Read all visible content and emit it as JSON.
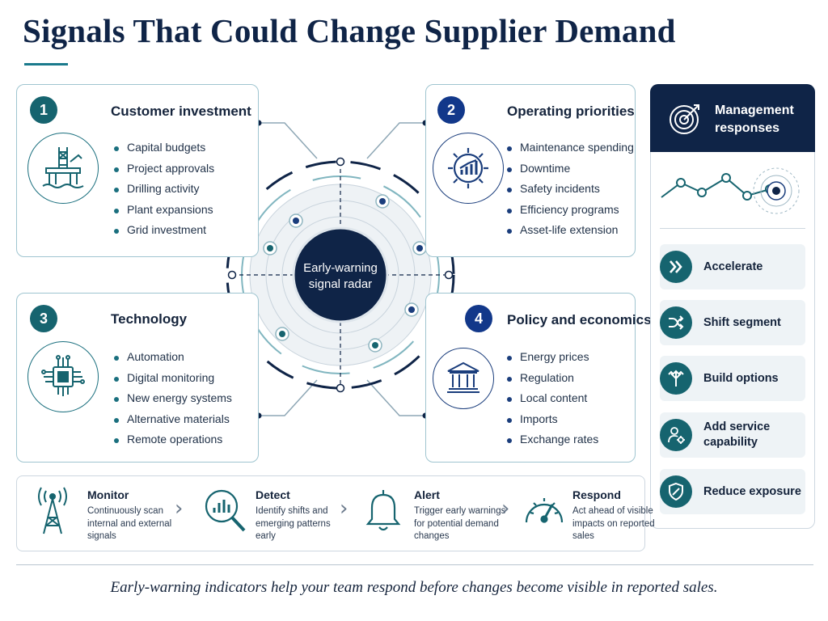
{
  "title": "Signals That Could Change Supplier Demand",
  "radar": {
    "center_label_line1": "Early-warning",
    "center_label_line2": "signal radar"
  },
  "cards": [
    {
      "number": "1",
      "title": "Customer investment",
      "icon": "oil-rig-icon",
      "items": [
        "Capital budgets",
        "Project approvals",
        "Drilling activity",
        "Plant expansions",
        "Grid investment"
      ]
    },
    {
      "number": "2",
      "title": "Operating priorities",
      "icon": "gear-chart-icon",
      "items": [
        "Maintenance spending",
        "Downtime",
        "Safety incidents",
        "Efficiency programs",
        "Asset-life extension"
      ]
    },
    {
      "number": "3",
      "title": "Technology",
      "icon": "chip-icon",
      "items": [
        "Automation",
        "Digital monitoring",
        "New energy systems",
        "Alternative materials",
        "Remote operations"
      ]
    },
    {
      "number": "4",
      "title": "Policy and economics",
      "icon": "bank-icon",
      "items": [
        "Energy prices",
        "Regulation",
        "Local content",
        "Imports",
        "Exchange rates"
      ]
    }
  ],
  "management": {
    "title_line1": "Management",
    "title_line2": "responses",
    "responses": [
      {
        "label": "Accelerate",
        "icon": "double-chevron-icon"
      },
      {
        "label": "Shift segment",
        "icon": "shuffle-icon"
      },
      {
        "label": "Build options",
        "icon": "split-arrows-icon"
      },
      {
        "label_line1": "Add service",
        "label_line2": "capability",
        "icon": "person-gear-icon"
      },
      {
        "label": "Reduce exposure",
        "icon": "shield-icon"
      }
    ]
  },
  "process": [
    {
      "title": "Monitor",
      "desc": [
        "Continuously scan",
        "internal and external",
        "signals"
      ],
      "icon": "antenna-icon"
    },
    {
      "title": "Detect",
      "desc": [
        "Identify shifts and",
        "emerging patterns",
        "early"
      ],
      "icon": "magnifier-chart-icon"
    },
    {
      "title": "Alert",
      "desc": [
        "Trigger early warnings",
        "for potential demand",
        "changes"
      ],
      "icon": "bell-icon"
    },
    {
      "title": "Respond",
      "desc": [
        "Act ahead of visible",
        "impacts on reported",
        "sales"
      ],
      "icon": "gauge-icon"
    }
  ],
  "footer": "Early-warning indicators help your team respond before changes become visible in reported sales.",
  "colors": {
    "navy": "#0f2447",
    "teal": "#16646f",
    "blue": "#12388a",
    "border": "#9fc5d0"
  }
}
